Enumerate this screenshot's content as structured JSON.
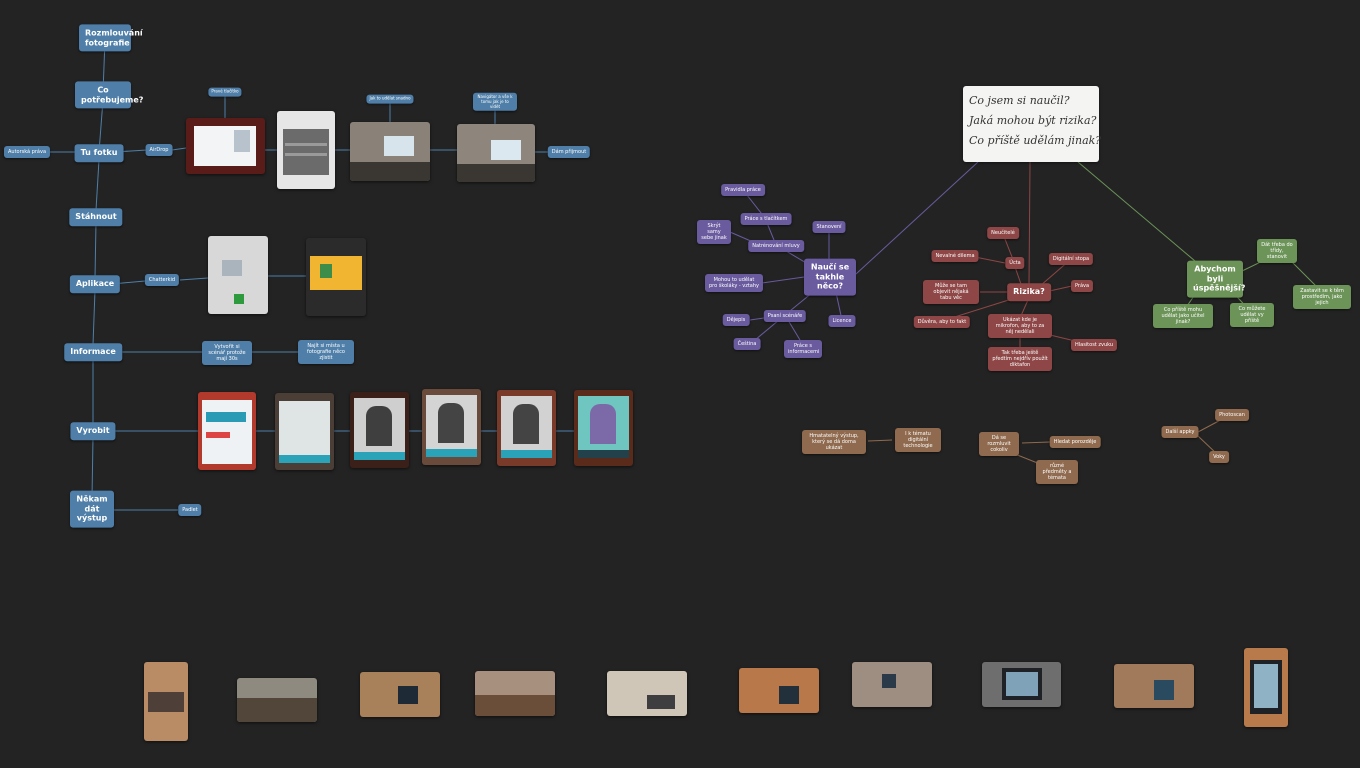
{
  "nodes": {
    "rozmlouvani": "Rozmlouvání fotografie",
    "co_potrebujeme": "Co potřebujeme?",
    "autorska_prava": "Autorská práva",
    "tu_fotku": "Tu fotku",
    "airdrop": "AirDrop",
    "stahnout": "Stáhnout",
    "aplikace": "Aplikace",
    "chatterkid": "Chatterkid",
    "informace": "Informace",
    "vytvorit_si_scenar": "Vytvořit si scénář protože mají 30s",
    "najit_si_mista": "Najít si místa u fotografie něco zjistit",
    "vyrobit": "Vyrobit",
    "nekam_dat_vystup": "Někam dát výstup",
    "padlet": "Padlet",
    "note_top1": "Pravé tlačítko",
    "note_top2": "Jak to udělat snadno",
    "note_top3": "Navigátor a vše k tomu jak je to vidět",
    "dam_prijmout": "Dám přijmout",
    "nauci_se": "Naučí se takhle něco?",
    "pravidla_prace": "Pravidla práce",
    "prace_s_tlacitkem": "Práce s tlačítkem",
    "skryt_samy": "Skrýt samy sebe jinak",
    "natrenovani_mluvy": "Natrénování mluvy",
    "stanoveni": "Stanovení",
    "mohou_to_udelat": "Mohou to udělat pro školáky - vztahy",
    "dejepis": "Dějepis",
    "psani_scenare": "Psaní scénáře",
    "licence": "Licence",
    "cestina": "Čeština",
    "prace_s_informacemi": "Práce s informacemi",
    "rizika": "Rizika?",
    "neuciti": "Neučitelé",
    "nevalne_dilema": "Nevalné dilema",
    "ucta": "Úcta",
    "digitalni_stopa": "Digitální stopa",
    "muze_se_tam_objevit": "Může se tam objevit nějaká tabu věc",
    "prava": "Práva",
    "duvera": "Důvěra, aby to fakt",
    "ukazat_kde": "Ukázat kde je mikrofon, aby to za něj nedělali",
    "hlasitost_zvuku": "Hlasitost zvuku",
    "tak_treba": "Tak třeba ještě předtím nejdřív použít diktafon",
    "abychom_byli": "Abychom byli úspěšnější?",
    "dat_treba_do_tridy": "Dát třeba do třídy, stanovit",
    "co_pristi_mohu": "Co příště mohu udělat jako učitel jinak?",
    "co_muzete": "Co můžete udělat vy příště",
    "zastavit_se": "Zastavit se k těm prostředím, jako jejich",
    "hmatatelny_vystup": "Hmatatelný výstup, který se dá doma ukázat",
    "i_k_tematu": "I k tématu digitální technologie",
    "da_se_rozmluvit": "Dá se rozmluvit cokoliv",
    "hledat_porozdeje": "Hledat porozděje",
    "ruzne_predmety": "různé předměty a témata",
    "photoscan": "Photoscan",
    "dalsi_appky": "Další appky",
    "voky": "Voky"
  },
  "whiteboard": {
    "line1": "Co jsem si naučil?",
    "line2": "Jaká mohou být rizika?",
    "line3": "Co příště udělám jinak?"
  },
  "colors": {
    "blue": "#4f7fa8",
    "purple": "#6a5a9e",
    "red": "#8e4646",
    "green": "#6c9458",
    "brown": "#8f6a4e",
    "background": "#232323"
  }
}
